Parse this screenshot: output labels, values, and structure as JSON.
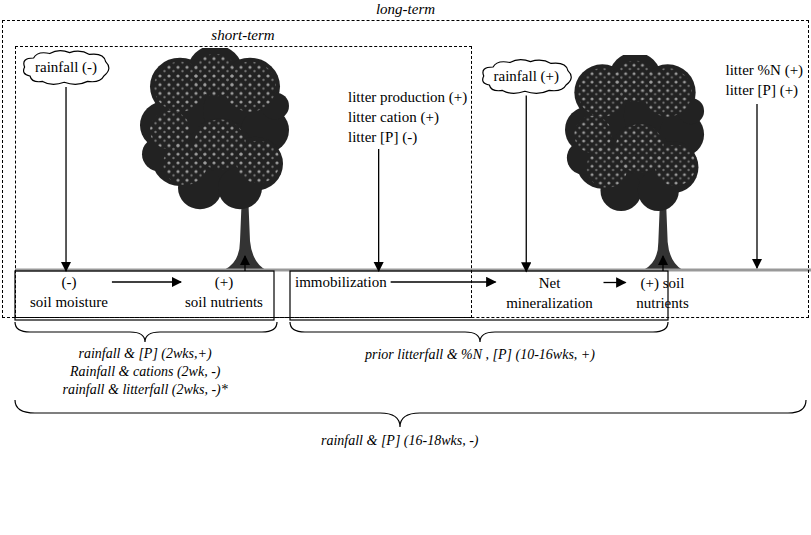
{
  "diagram": {
    "nodes": [
      {
        "text": [
          "long-term"
        ]
      },
      {
        "text": [
          "short-term"
        ],
        "in": 0
      },
      {
        "text": [
          "rainfall (-)"
        ],
        "in": 1
      },
      {
        "text": [
          "(-)",
          "soil moisture"
        ],
        "in": 1
      },
      {
        "text": [
          "(+)",
          "soil nutrients"
        ],
        "in": 1
      },
      {
        "text": [
          "litter production (+)",
          "litter cation (+)",
          "litter [P] (-)"
        ],
        "in": 1
      },
      {
        "text": [
          "immobilization"
        ],
        "in": 1
      },
      {
        "text": [
          "rainfall (+)"
        ],
        "in": 0
      },
      {
        "text": [
          "Net mineralization"
        ],
        "in": 0
      },
      {
        "text": [
          "(+) soil nutrients"
        ],
        "in": 0
      },
      {
        "text": [
          "litter %N (+)",
          "litter [P] (+)"
        ],
        "in": 0
      }
    ],
    "edges": [
      {
        "from": 2,
        "to": 3,
        "arrow": "to"
      },
      {
        "from": 3,
        "to": 4,
        "arrow": "to"
      },
      {
        "from": 5,
        "to": 6,
        "arrow": "to"
      },
      {
        "from": 7,
        "to": 8,
        "arrow": "to"
      },
      {
        "from": 6,
        "to": 8,
        "arrow": "to"
      },
      {
        "from": 8,
        "to": 9,
        "arrow": "to"
      }
    ],
    "labels": [
      "rainfall & [P] (2wks,+)",
      "Rainfall & cations (2wk, -)",
      "rainfall & litterfall (2wks, -)*",
      "prior litterfall & %N , [P] (10-16wks, +)",
      "rainfall & [P] (16-18wks, -)"
    ]
  }
}
